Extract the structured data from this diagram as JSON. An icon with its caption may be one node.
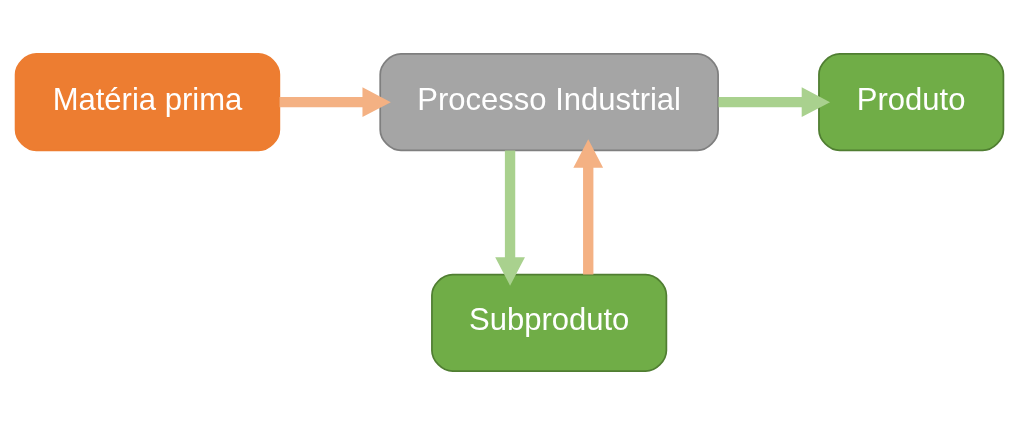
{
  "diagram": {
    "nodes": [
      {
        "text": [
          "Matéria prima"
        ]
      },
      {
        "text": [
          "Processo Industrial"
        ]
      },
      {
        "text": [
          "Produto"
        ]
      },
      {
        "text": [
          "Subproduto"
        ]
      }
    ],
    "edges": [
      {
        "from": 0,
        "to": 1,
        "arrow": "to",
        "color": "#f4b183"
      },
      {
        "from": 1,
        "to": 2,
        "arrow": "to",
        "color": "#a9d18e"
      },
      {
        "from": 1,
        "to": 3,
        "arrow": "to",
        "color": "#a9d18e"
      },
      {
        "from": 3,
        "to": 1,
        "arrow": "to",
        "color": "#f4b183"
      }
    ]
  }
}
